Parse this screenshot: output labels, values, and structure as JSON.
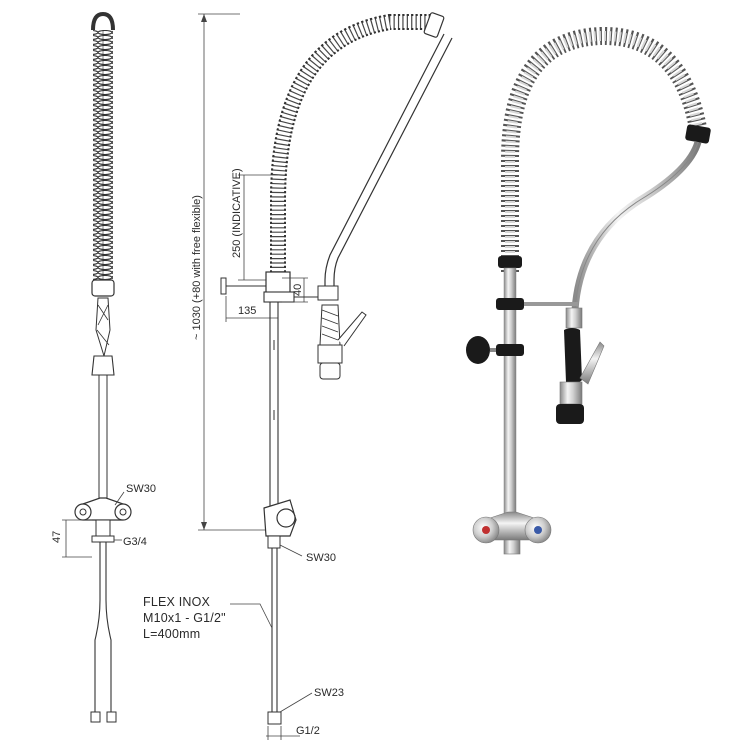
{
  "labels": {
    "sw30_front": "SW30",
    "dim_47": "47",
    "g34": "G3/4",
    "height_dim": "~ 1030 (+80 with free flexible)",
    "indicative": "250 (INDICATIVE)",
    "dim_40": "40",
    "dim_135": "135",
    "sw30_side": "SW30",
    "flex_line1": "FLEX INOX",
    "flex_line2": "M10x1 - G1/2\"",
    "flex_line3": "L=400mm",
    "sw23": "SW23",
    "g12": "G1/2"
  },
  "colors": {
    "line": "#333333",
    "chrome_light": "#e6e6e6",
    "chrome_dark": "#9a9a9a",
    "black_part": "#1a1a1a",
    "red_accent": "#c03030"
  },
  "icons": {
    "front_view": "pre-rinse-faucet-front-view",
    "side_view": "pre-rinse-faucet-side-view",
    "photo_view": "pre-rinse-faucet-3d-render"
  }
}
